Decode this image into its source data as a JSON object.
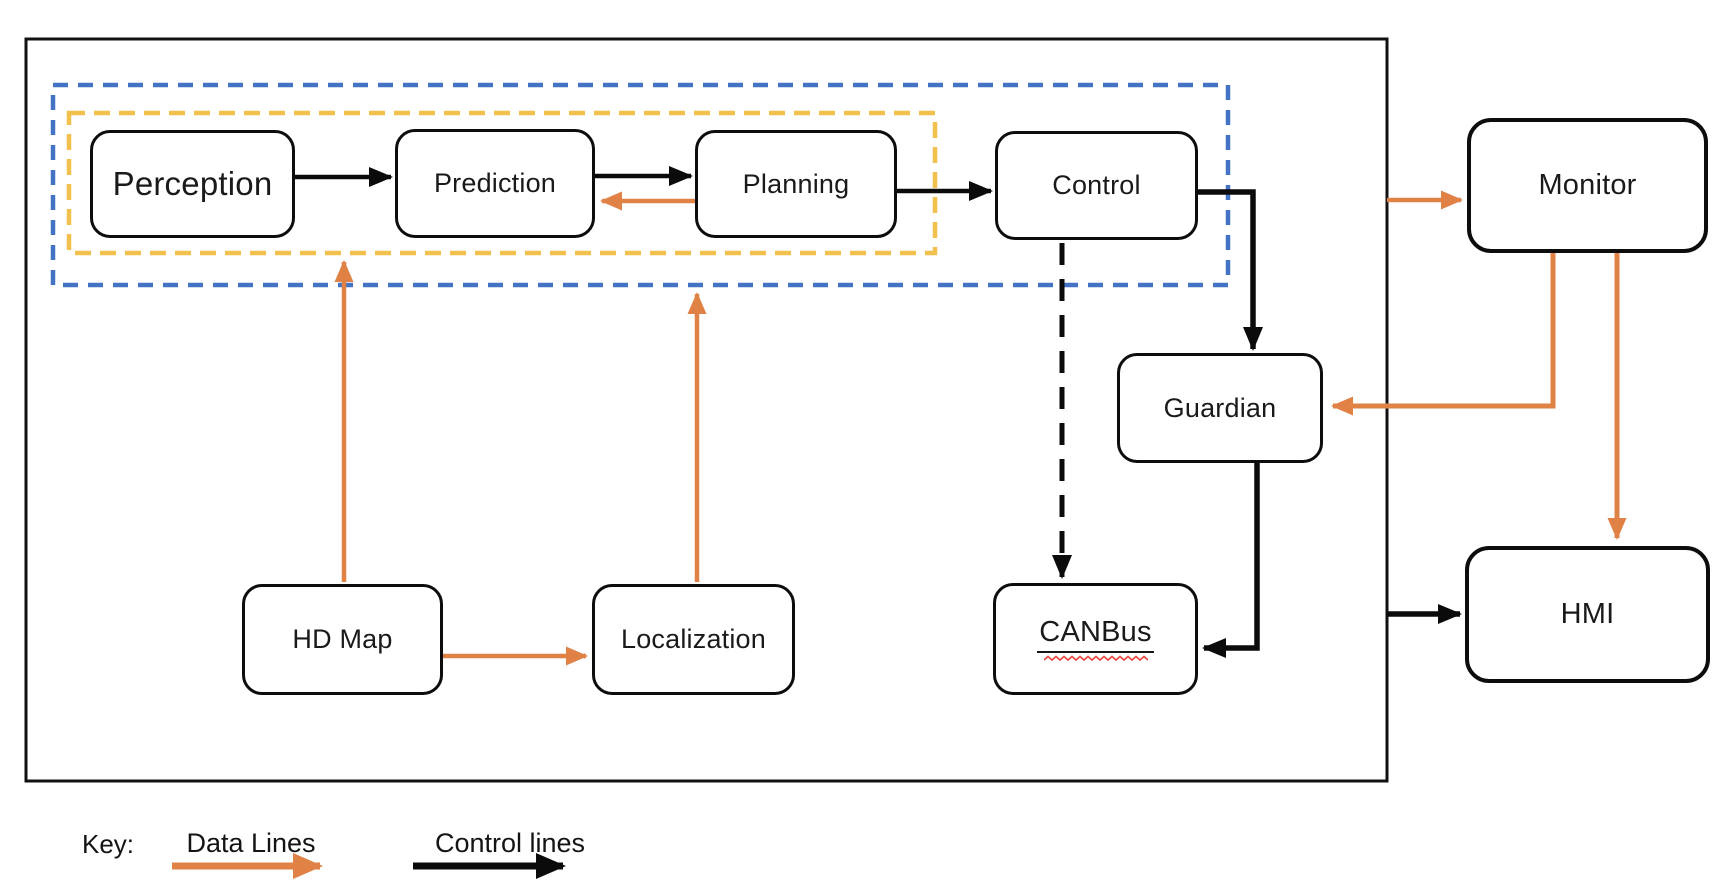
{
  "boxes": {
    "perception": {
      "label": "Perception"
    },
    "prediction": {
      "label": "Prediction"
    },
    "planning": {
      "label": "Planning"
    },
    "control": {
      "label": "Control"
    },
    "guardian": {
      "label": "Guardian"
    },
    "canbus": {
      "label": "CANBus"
    },
    "hd_map": {
      "label": "HD Map"
    },
    "localization": {
      "label": "Localization"
    },
    "monitor": {
      "label": "Monitor"
    },
    "hmi": {
      "label": "HMI"
    }
  },
  "key": {
    "title": "Key:",
    "data_lines": "Data Lines",
    "control_lines": "Control lines"
  },
  "colors": {
    "data_line_orange": "#E08146",
    "control_line_black": "#0b0b0b",
    "blue_dashed_frame": "#4472C4",
    "yellow_dashed_frame": "#F2C04C",
    "spellcheck_red": "#E8473F",
    "box_border": "#0d0d0d",
    "background": "#ffffff"
  },
  "connections": [
    {
      "from": "Perception",
      "to": "Prediction",
      "type": "control",
      "style": "solid"
    },
    {
      "from": "Prediction",
      "to": "Planning",
      "type": "control",
      "style": "solid"
    },
    {
      "from": "Planning",
      "to": "Prediction",
      "type": "data",
      "style": "solid"
    },
    {
      "from": "Planning",
      "to": "Control",
      "type": "control",
      "style": "solid"
    },
    {
      "from": "Control",
      "to": "Guardian",
      "type": "control",
      "style": "solid"
    },
    {
      "from": "Control",
      "to": "CANBus",
      "type": "control",
      "style": "dashed"
    },
    {
      "from": "Guardian",
      "to": "CANBus",
      "type": "control",
      "style": "solid"
    },
    {
      "from": "HD Map",
      "to": "planning-group",
      "type": "data",
      "style": "solid"
    },
    {
      "from": "HD Map",
      "to": "Localization",
      "type": "data",
      "style": "solid"
    },
    {
      "from": "Localization",
      "to": "autonomy-group",
      "type": "data",
      "style": "solid"
    },
    {
      "from": "system",
      "to": "Monitor",
      "type": "data",
      "style": "solid"
    },
    {
      "from": "Monitor",
      "to": "Guardian",
      "type": "data",
      "style": "solid"
    },
    {
      "from": "Monitor",
      "to": "HMI",
      "type": "data",
      "style": "solid"
    },
    {
      "from": "system",
      "to": "HMI",
      "type": "control",
      "style": "solid"
    }
  ],
  "frames": [
    {
      "name": "outer-system-frame",
      "style": "solid black"
    },
    {
      "name": "blue-dashed-group",
      "style": "dashed blue"
    },
    {
      "name": "yellow-dashed-group",
      "style": "dashed yellow"
    }
  ]
}
